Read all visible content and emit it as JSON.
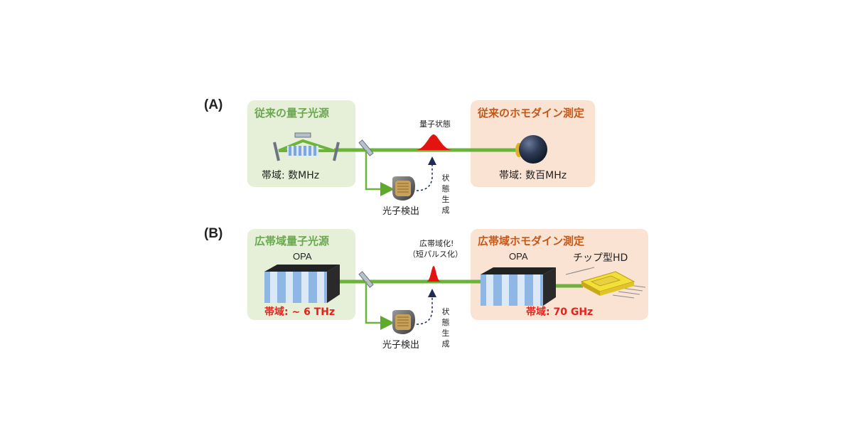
{
  "panel_a": {
    "label": "(A)",
    "source_title": "従来の量子光源",
    "source_bandwidth": "帯域: 数MHz",
    "state_label": "量子状態",
    "detector_title": "従来のホモダイン測定",
    "detector_bandwidth": "帯域: 数百MHz",
    "photon_detection": "光子検出",
    "state_generation": "状態生成"
  },
  "panel_b": {
    "label": "(B)",
    "source_title": "広帯域量子光源",
    "source_opa": "OPA",
    "source_bandwidth": "帯域: ~ 6 THz",
    "state_label_line1": "広帯域化!",
    "state_label_line2": "（短パルス化）",
    "detector_title": "広帯域ホモダイン測定",
    "detector_opa": "OPA",
    "chip_label": "チップ型HD",
    "detector_bandwidth": "帯域: 70 GHz",
    "photon_detection": "光子検出",
    "state_generation": "状態生成"
  },
  "colors": {
    "beam": "#5faa2e",
    "pulse": "#e3140f",
    "source_box": "#e6f0d8",
    "detector_box": "#fbe3d4",
    "highlight_text": "#e8201a"
  }
}
